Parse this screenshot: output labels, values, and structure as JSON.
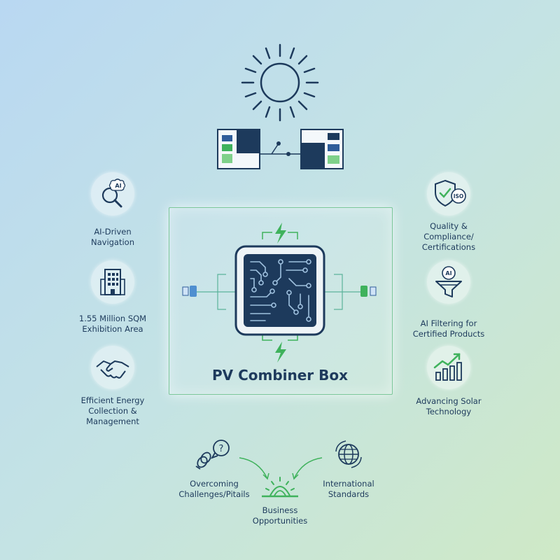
{
  "center": {
    "title": "PV Combiner Box"
  },
  "left_features": [
    {
      "label": "AI-Driven\nNavigation",
      "icon": "ai-magnifier-icon",
      "badge": "AI"
    },
    {
      "label": "1.55 Million SQM\nExhibition Area",
      "icon": "building-icon"
    },
    {
      "label": "Efficient Energy\nCollection &\nManagement",
      "icon": "handshake-icon"
    }
  ],
  "right_features": [
    {
      "label": "Quality &\nCompliance/\nCertifications",
      "icon": "iso-shield-icon",
      "badge": "ISO"
    },
    {
      "label": "AI Filtering for\nCertified Products",
      "icon": "ai-funnel-icon",
      "badge": "AI"
    },
    {
      "label": "Advancing Solar\nTechnology",
      "icon": "growth-chart-icon"
    }
  ],
  "bottom": {
    "left": {
      "label": "Overcoming\nChallenges/Pitails",
      "icon": "question-bubble-icon",
      "badge": "?"
    },
    "right": {
      "label": "International\nStandards",
      "icon": "globe-icon"
    },
    "result": {
      "label": "Business\nOpportunities",
      "icon": "sunrise-icon"
    }
  },
  "colors": {
    "navy": "#1d3a5c",
    "green": "#3fb25c",
    "blue": "#2f5d9a",
    "frame": "#7cc79a"
  }
}
